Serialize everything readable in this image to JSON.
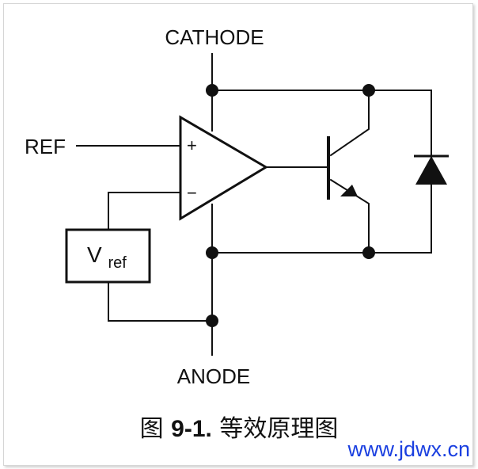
{
  "diagram": {
    "labels": {
      "cathode": "CATHODE",
      "anode": "ANODE",
      "ref": "REF",
      "vref_main": "V",
      "vref_sub": "ref",
      "plus": "+",
      "minus": "−"
    },
    "colors": {
      "line": "#111111",
      "watermark": "#1a3fe0"
    }
  },
  "caption": {
    "prefix": "图 ",
    "number": "9-1.",
    "title": " 等效原理图"
  },
  "watermark": "www.jdwx.cn"
}
